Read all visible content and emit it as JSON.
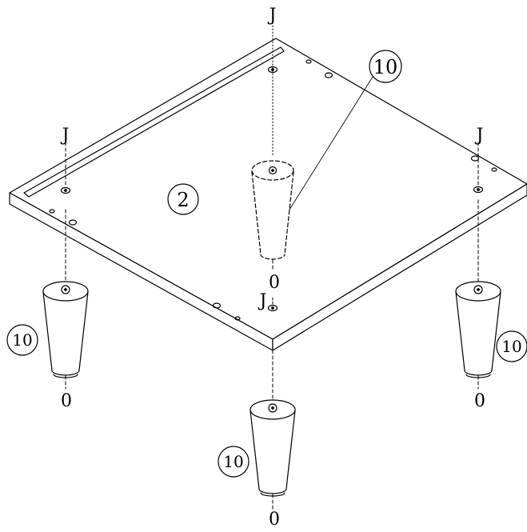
{
  "diagram": {
    "part_board": "2",
    "part_leg": "10",
    "mark_top": "J",
    "mark_bottom": "0"
  }
}
